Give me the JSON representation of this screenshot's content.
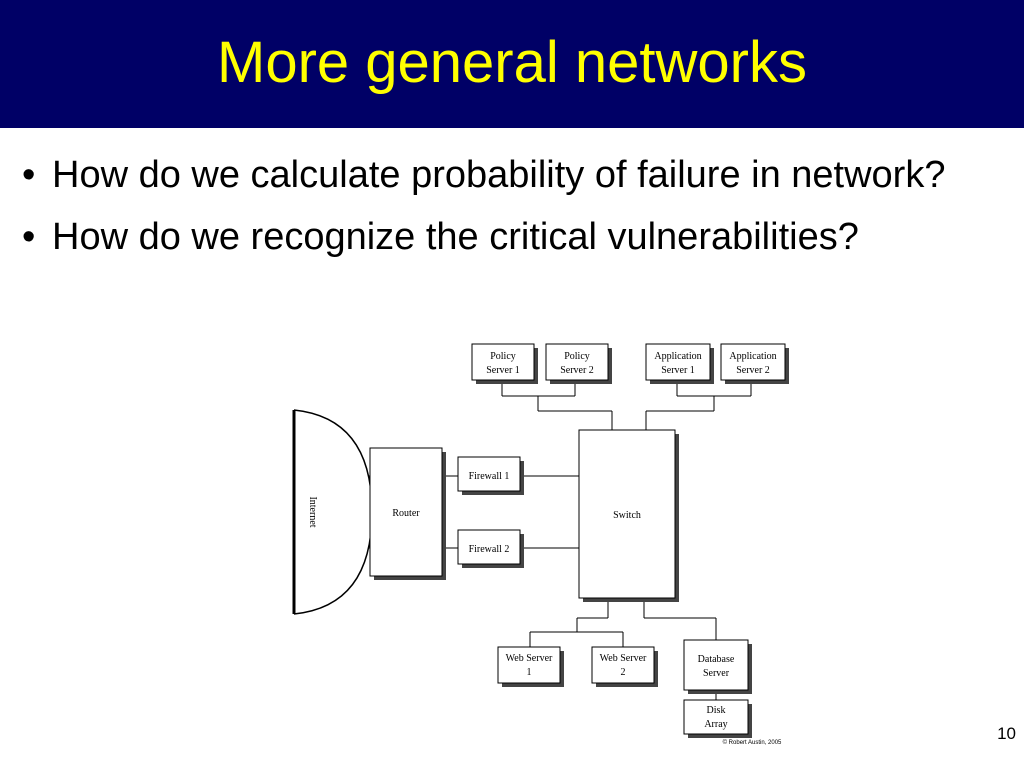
{
  "slide": {
    "title": "More general networks",
    "bullets": [
      "How do we calculate probability of failure in network?",
      "How do we recognize the critical vulnerabilities?"
    ],
    "page_number": "10",
    "colors": {
      "title_bar": "#000066",
      "title_text": "#ffff00"
    }
  },
  "diagram": {
    "nodes": {
      "internet": "Internet",
      "router": "Router",
      "firewall1": "Firewall 1",
      "firewall2": "Firewall 2",
      "switch": "Switch",
      "policy_server1": [
        "Policy",
        "Server 1"
      ],
      "policy_server2": [
        "Policy",
        "Server 2"
      ],
      "app_server1": [
        "Application",
        "Server 1"
      ],
      "app_server2": [
        "Application",
        "Server 2"
      ],
      "web_server1": [
        "Web Server",
        "1"
      ],
      "web_server2": [
        "Web Server",
        "2"
      ],
      "database_server": [
        "Database",
        "Server"
      ],
      "disk_array": [
        "Disk",
        "Array"
      ]
    },
    "credit": "© Robert Austin, 2005"
  }
}
